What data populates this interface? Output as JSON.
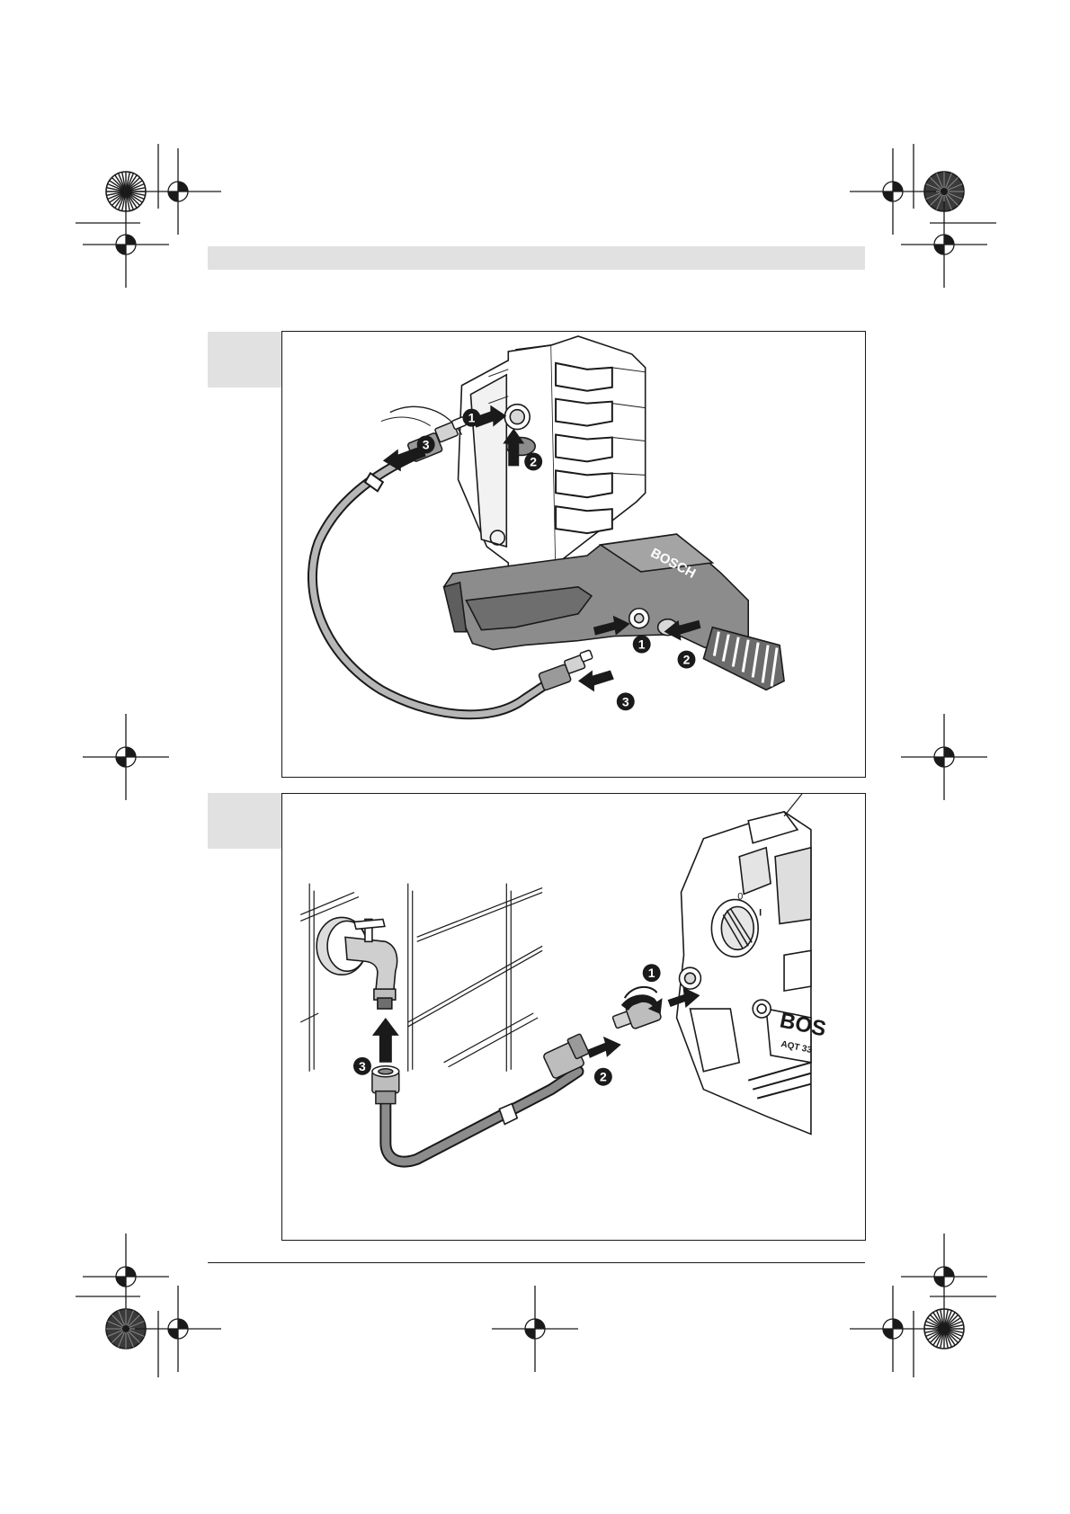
{
  "page": {
    "colors": {
      "header_bar": "#e1e1e1",
      "tab": "#e1e1e1",
      "line": "#1a1a1a",
      "tool_dark": "#6b6b6b",
      "tool_mid": "#8e8e8e"
    }
  },
  "figure_top": {
    "step_numbers": [
      "1",
      "2",
      "3",
      "1",
      "2",
      "3"
    ],
    "brand": "BOSCH",
    "icons": [
      "arrow-icon",
      "arrow-icon",
      "arrow-icon",
      "arrow-icon",
      "arrow-icon",
      "arrow-icon"
    ]
  },
  "figure_bottom": {
    "step_numbers": [
      "1",
      "2",
      "3"
    ],
    "brand": "BOS",
    "model": "AQT 33",
    "switch_labels": [
      "0",
      "I"
    ]
  }
}
